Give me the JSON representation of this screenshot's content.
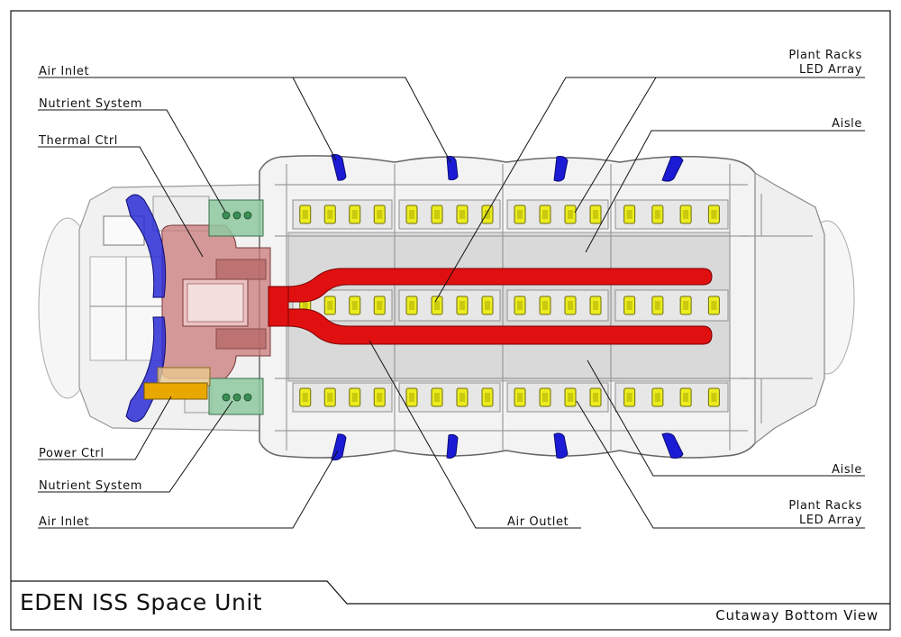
{
  "title": "EDEN ISS Space Unit",
  "subtitle": "Cutaway Bottom View",
  "labels": {
    "air_inlet_top": "Air Inlet",
    "nutrient_top": "Nutrient System",
    "thermal_ctrl": "Thermal Ctrl",
    "power_ctrl": "Power Ctrl",
    "nutrient_bottom": "Nutrient System",
    "air_inlet_bottom": "Air Inlet",
    "plant_racks_top_1": "Plant Racks",
    "plant_racks_top_2": "LED Array",
    "aisle_top": "Aisle",
    "aisle_bottom": "Aisle",
    "plant_racks_bottom_1": "Plant Racks",
    "plant_racks_bottom_2": "LED Array",
    "air_outlet": "Air Outlet"
  },
  "colors": {
    "air_inlet": "#1b1bd6",
    "air_duct": "#e11010",
    "led_array": "#ecec1f",
    "thermal_ctrl": "#c97a7a",
    "nutrient_system": "#8fc9a0",
    "power_ctrl": "#e8a800",
    "background": "#ffffff",
    "line": "#111111"
  }
}
